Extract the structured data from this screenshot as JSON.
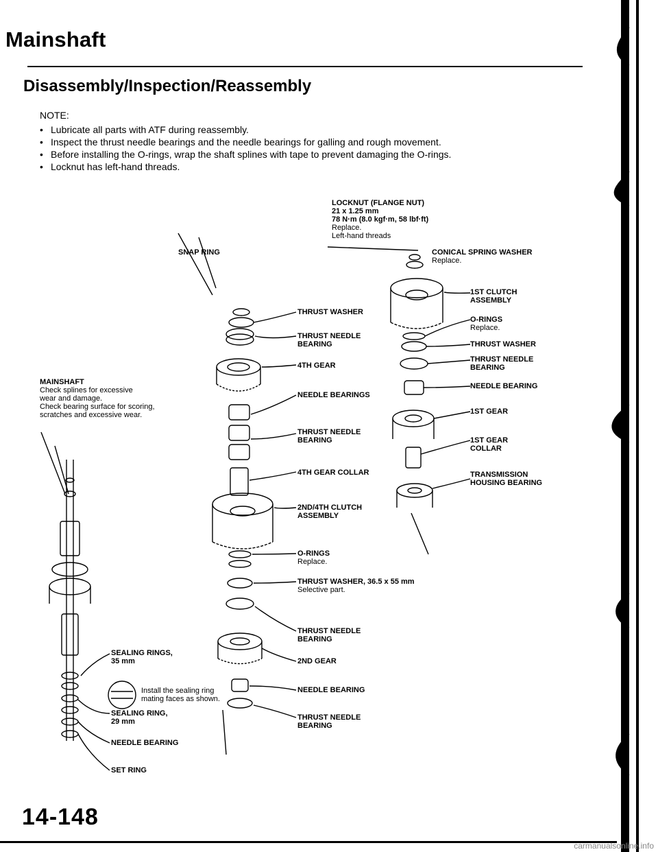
{
  "header": {
    "title": "Mainshaft",
    "subtitle": "Disassembly/Inspection/Reassembly"
  },
  "notes": {
    "heading": "NOTE:",
    "items": [
      "Lubricate all parts with ATF during reassembly.",
      "Inspect the thrust needle bearings and the needle bearings for galling and rough movement.",
      "Before installing the O-rings, wrap the shaft splines with tape to prevent damaging the O-rings.",
      "Locknut has left-hand threads."
    ]
  },
  "labels": {
    "locknut": {
      "name": "LOCKNUT (FLANGE NUT)",
      "size": "21 x 1.25 mm",
      "torque": "78 N·m (8.0 kgf·m, 58 lbf·ft)",
      "note1": "Replace.",
      "note2": "Left-hand threads"
    },
    "snap_ring": "SNAP RING",
    "conical_spring_washer": {
      "name": "CONICAL SPRING WASHER",
      "note": "Replace."
    },
    "first_clutch": {
      "line1": "1ST CLUTCH",
      "line2": "ASSEMBLY"
    },
    "thrust_washer_left": "THRUST WASHER",
    "o_rings_right": {
      "name": "O-RINGS",
      "note": "Replace."
    },
    "thrust_needle_bearing_1": {
      "line1": "THRUST NEEDLE",
      "line2": "BEARING"
    },
    "thrust_washer_right": "THRUST WASHER",
    "fourth_gear": "4TH GEAR",
    "thrust_needle_bearing_r": {
      "line1": "THRUST NEEDLE",
      "line2": "BEARING"
    },
    "mainshaft": {
      "name": "MAINSHAFT",
      "l1": "Check splines for excessive",
      "l2": "wear and damage.",
      "l3": "Check bearing surface for scoring,",
      "l4": "scratches and excessive wear."
    },
    "needle_bearing_right": "NEEDLE BEARING",
    "needle_bearings": "NEEDLE BEARINGS",
    "first_gear": "1ST GEAR",
    "thrust_needle_bearing_2": {
      "line1": "THRUST NEEDLE",
      "line2": "BEARING"
    },
    "first_gear_collar": {
      "line1": "1ST GEAR",
      "line2": "COLLAR"
    },
    "fourth_gear_collar": "4TH GEAR COLLAR",
    "transmission_housing_bearing": {
      "line1": "TRANSMISSION",
      "line2": "HOUSING BEARING"
    },
    "second_fourth_clutch": {
      "line1": "2ND/4TH CLUTCH",
      "line2": "ASSEMBLY"
    },
    "o_rings_center": {
      "name": "O-RINGS",
      "note": "Replace."
    },
    "thrust_washer_36": {
      "name": "THRUST WASHER, 36.5 x 55 mm",
      "note": "Selective part."
    },
    "thrust_needle_bearing_3": {
      "line1": "THRUST NEEDLE",
      "line2": "BEARING"
    },
    "sealing_rings_35": {
      "line1": "SEALING RINGS,",
      "line2": "35 mm"
    },
    "second_gear": "2ND GEAR",
    "install_note": {
      "line1": "Install the sealing ring",
      "line2": "mating faces as shown."
    },
    "needle_bearing_center": "NEEDLE BEARING",
    "sealing_ring_29": {
      "line1": "SEALING RING,",
      "line2": "29 mm"
    },
    "thrust_needle_bearing_4": {
      "line1": "THRUST NEEDLE",
      "line2": "BEARING"
    },
    "needle_bearing_left": "NEEDLE BEARING",
    "set_ring": "SET RING"
  },
  "footer": {
    "page_number": "14-148",
    "watermark": "carmanualsonline.info"
  }
}
